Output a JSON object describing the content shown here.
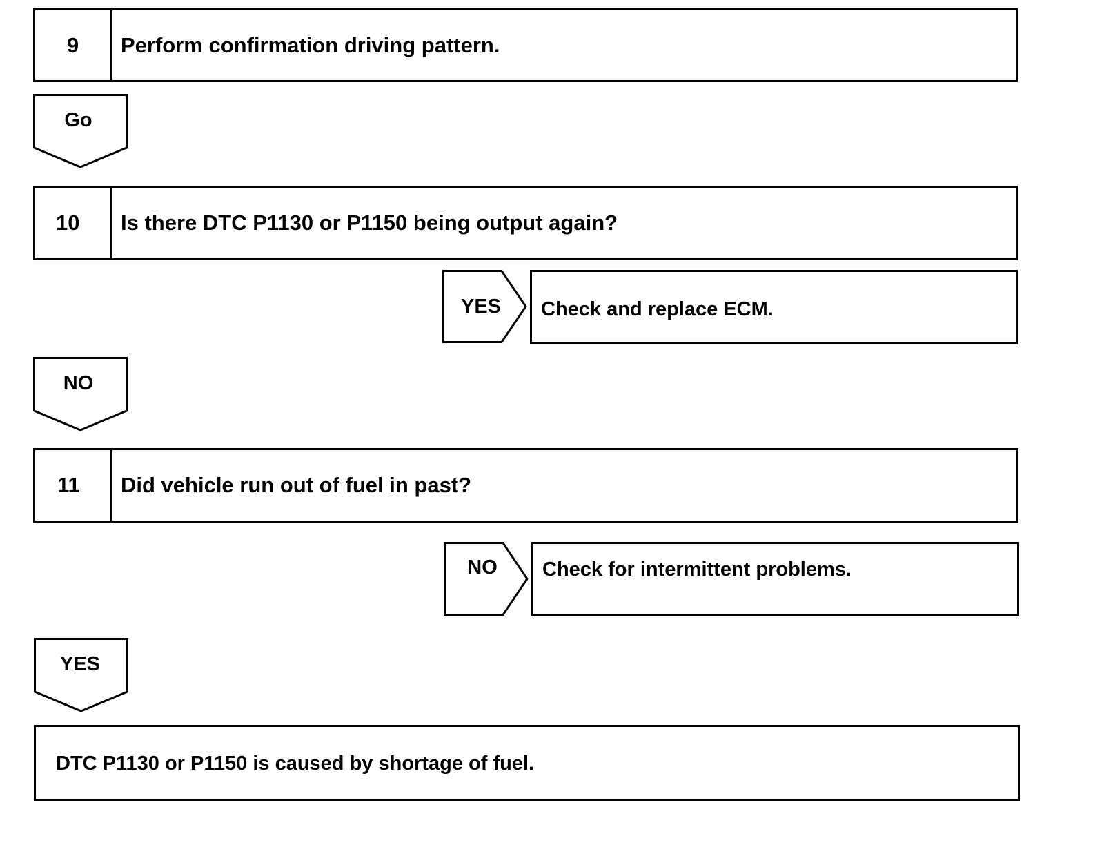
{
  "steps": [
    {
      "number": "9",
      "text": "Perform confirmation driving pattern."
    },
    {
      "number": "10",
      "text": "Is there DTC P1130 or P1150 being output again?"
    },
    {
      "number": "11",
      "text": "Did vehicle run out of fuel in past?"
    }
  ],
  "down_labels": {
    "after_9": "Go",
    "after_10": "NO",
    "after_11": "YES"
  },
  "side_branches": {
    "step_10": {
      "label": "YES",
      "result": "Check and replace ECM."
    },
    "step_11": {
      "label": "NO",
      "result": "Check for intermittent problems."
    }
  },
  "final_result": "DTC P1130 or P1150 is caused by shortage of fuel."
}
